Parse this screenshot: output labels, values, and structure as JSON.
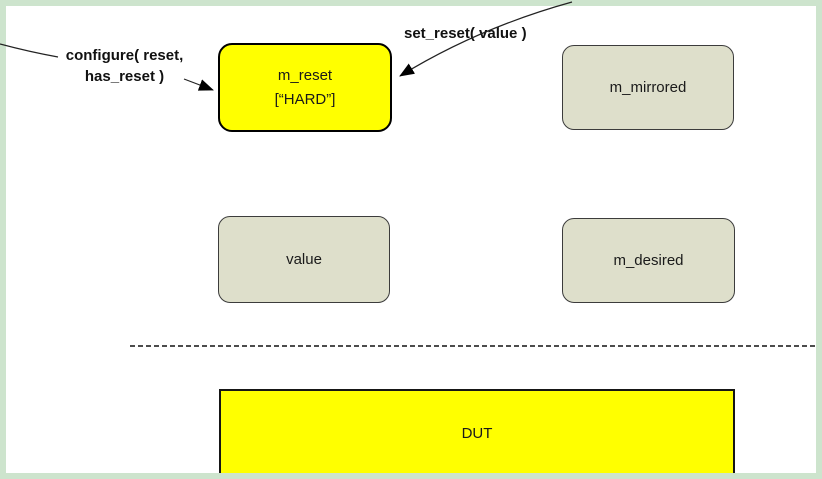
{
  "diagram": {
    "calls": {
      "configure_line1": "configure( reset,",
      "configure_line2": "has_reset )",
      "set_reset": "set_reset( value )"
    },
    "boxes": {
      "m_reset_line1": "m_reset",
      "m_reset_line2": "[“HARD”]",
      "m_mirrored": "m_mirrored",
      "value": "value",
      "m_desired": "m_desired",
      "dut": "DUT"
    },
    "colors": {
      "frame_green": "#cde4cd",
      "highlight_yellow": "#ffff00",
      "field_fill": "#dedfcb",
      "field_border": "#3c3c3c",
      "connector_black": "#1a1a1a"
    }
  }
}
